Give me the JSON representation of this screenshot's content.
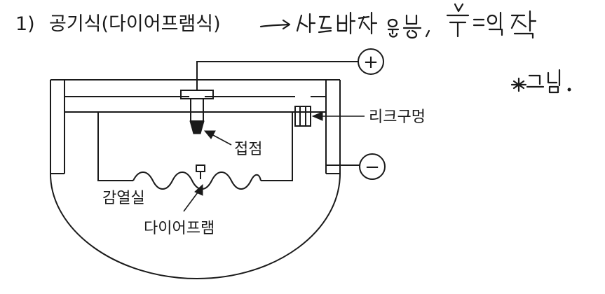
{
  "heading": {
    "number": "1)",
    "title": "공기식(다이어프램식)"
  },
  "handwritten_note": {
    "line1": "→ 샤를법칙 응용 , V/T = 일정",
    "line2": "★ 그림 ."
  },
  "labels": {
    "contact": "접점",
    "leak_hole": "리크구멍",
    "heat_chamber": "감열실",
    "diaphragm": "다이어프램"
  },
  "terminals": {
    "positive": "+",
    "negative": "−"
  },
  "colors": {
    "ink": "#1a1a1a",
    "background": "#ffffff"
  }
}
